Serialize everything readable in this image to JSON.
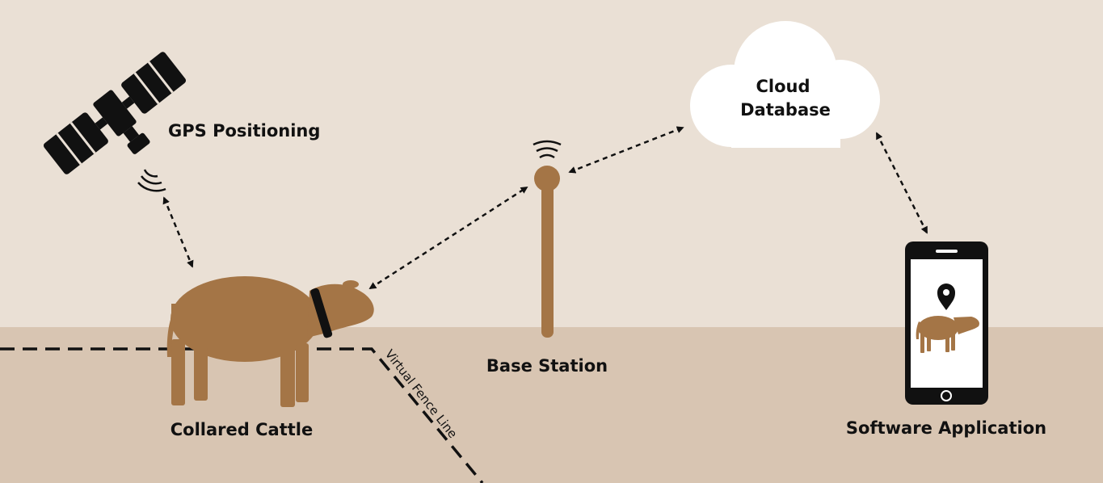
{
  "labels": {
    "gps": "GPS Positioning",
    "cloud_line1": "Cloud",
    "cloud_line2": "Database",
    "base_station": "Base Station",
    "cattle": "Collared Cattle",
    "app": "Software Application",
    "fence": "Virtual Fence Line"
  },
  "colors": {
    "sky": "#eae0d5",
    "ground": "#d8c5b2",
    "cow": "#a47546",
    "pole": "#a47546",
    "ink": "#111111",
    "cloud": "#ffffff"
  },
  "icons": {
    "satellite": "satellite-icon",
    "cloud": "cloud-icon",
    "phone": "smartphone-icon",
    "pin": "location-pin-icon",
    "cow": "cow-icon"
  }
}
